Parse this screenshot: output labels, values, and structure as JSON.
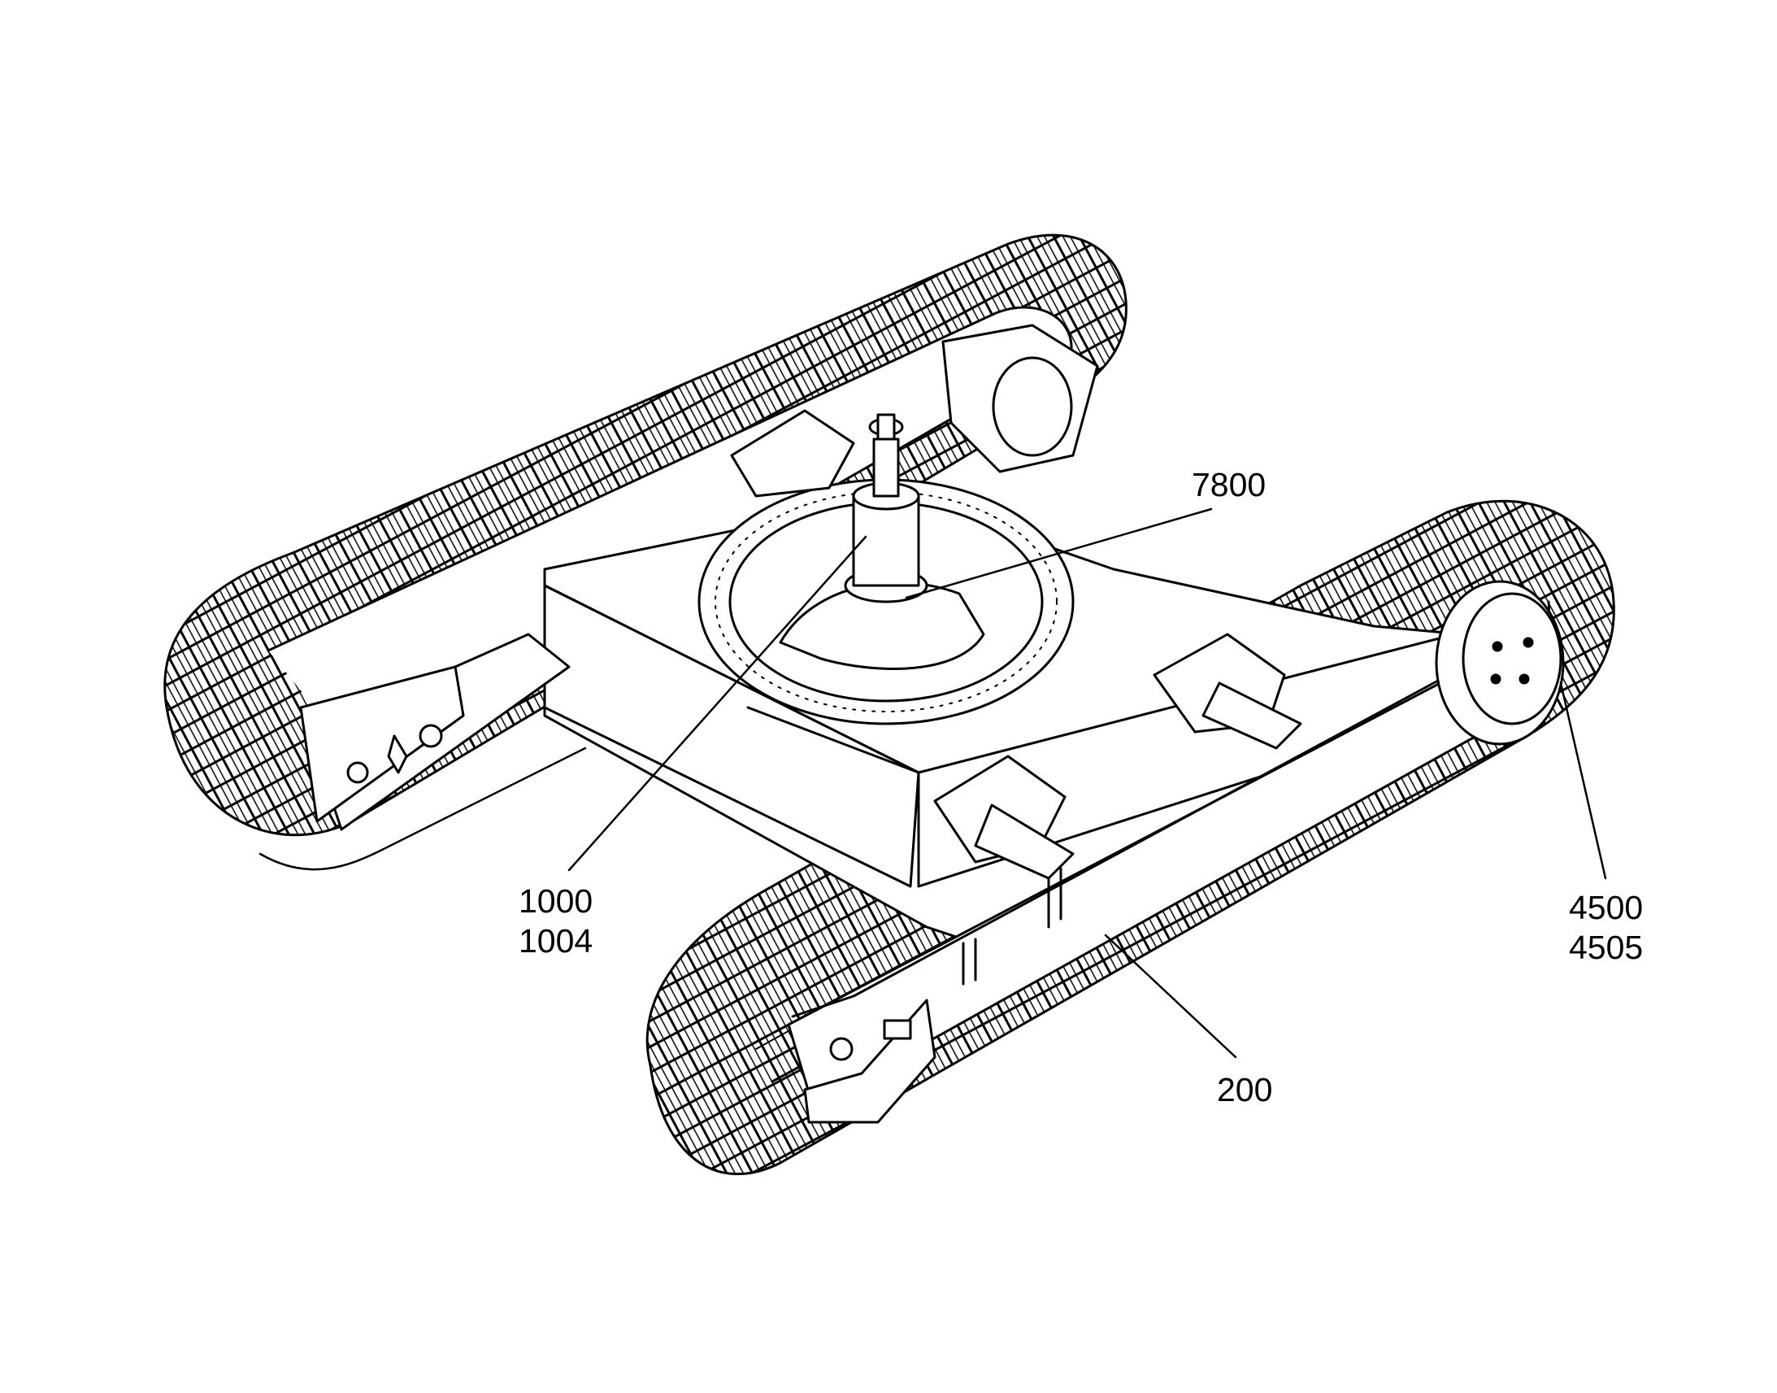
{
  "diagram": {
    "line_color": "#000000",
    "background_color": "#ffffff",
    "callouts": [
      {
        "id": "7800",
        "lines": [
          "7800"
        ]
      },
      {
        "id": "1000",
        "lines": [
          "1000",
          "1004"
        ]
      },
      {
        "id": "4500",
        "lines": [
          "4500",
          "4505"
        ]
      },
      {
        "id": "200",
        "lines": [
          "200"
        ]
      }
    ]
  }
}
